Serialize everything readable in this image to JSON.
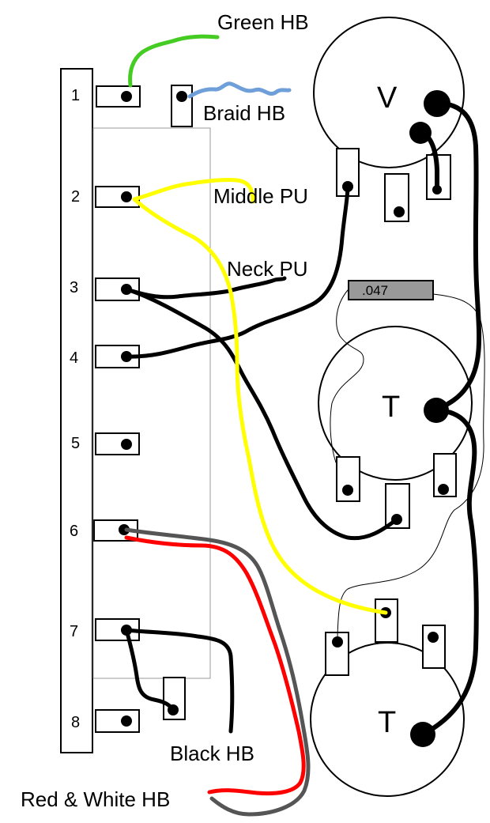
{
  "switch": {
    "positions": [
      "1",
      "2",
      "3",
      "4",
      "5",
      "6",
      "7",
      "8"
    ]
  },
  "labels": {
    "green_hb": "Green HB",
    "braid_hb": "Braid HB",
    "middle_pu": "Middle PU",
    "neck_pu": "Neck PU",
    "black_hb": "Black HB",
    "red_white_hb": "Red & White HB"
  },
  "pots": {
    "volume": "V",
    "tone_1": "T",
    "tone_2": "T"
  },
  "capacitor": {
    "value": ".047"
  },
  "colors": {
    "green_wire": "#44cc22",
    "braid_wire": "#6f9fd8",
    "yellow_wire": "#ffff00",
    "black_wire": "#000000",
    "red_wire": "#ff0000",
    "gray_wire": "#555555",
    "capacitor_fill": "#999999"
  }
}
